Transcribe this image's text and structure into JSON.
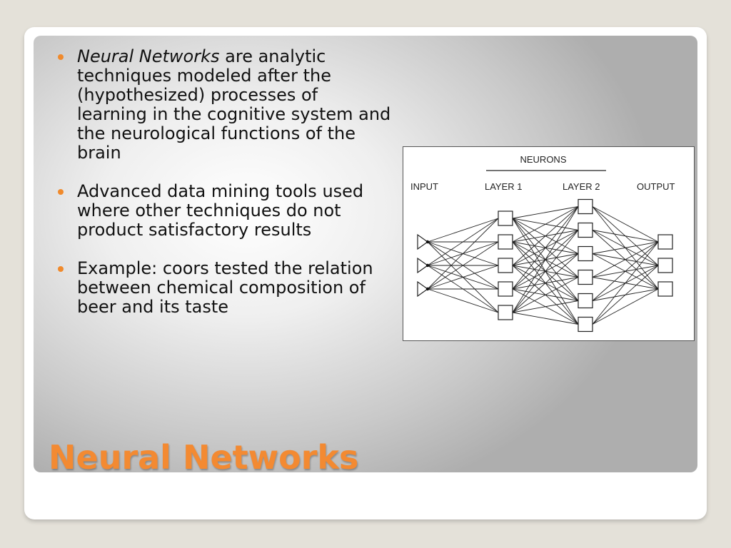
{
  "slide": {
    "title": "Neural Networks",
    "accent_color": "#f38a32",
    "bullets": [
      {
        "emphasis": "Neural Networks",
        "text": " are analytic techniques modeled after the (hypothesized) processes of learning in the cognitive system and the neurological functions of the brain"
      },
      {
        "emphasis": "",
        "text": "Advanced data mining tools used where other techniques do not product satisfactory results"
      },
      {
        "emphasis": "",
        "text": "Example: coors tested the relation between chemical composition of beer and its taste"
      }
    ]
  },
  "diagram": {
    "heading": "NEURONS",
    "labels": {
      "input": "INPUT",
      "layer1": "LAYER 1",
      "layer2": "LAYER 2",
      "output": "OUTPUT"
    },
    "counts": {
      "input": 3,
      "layer1": 5,
      "layer2": 6,
      "output": 3
    }
  }
}
